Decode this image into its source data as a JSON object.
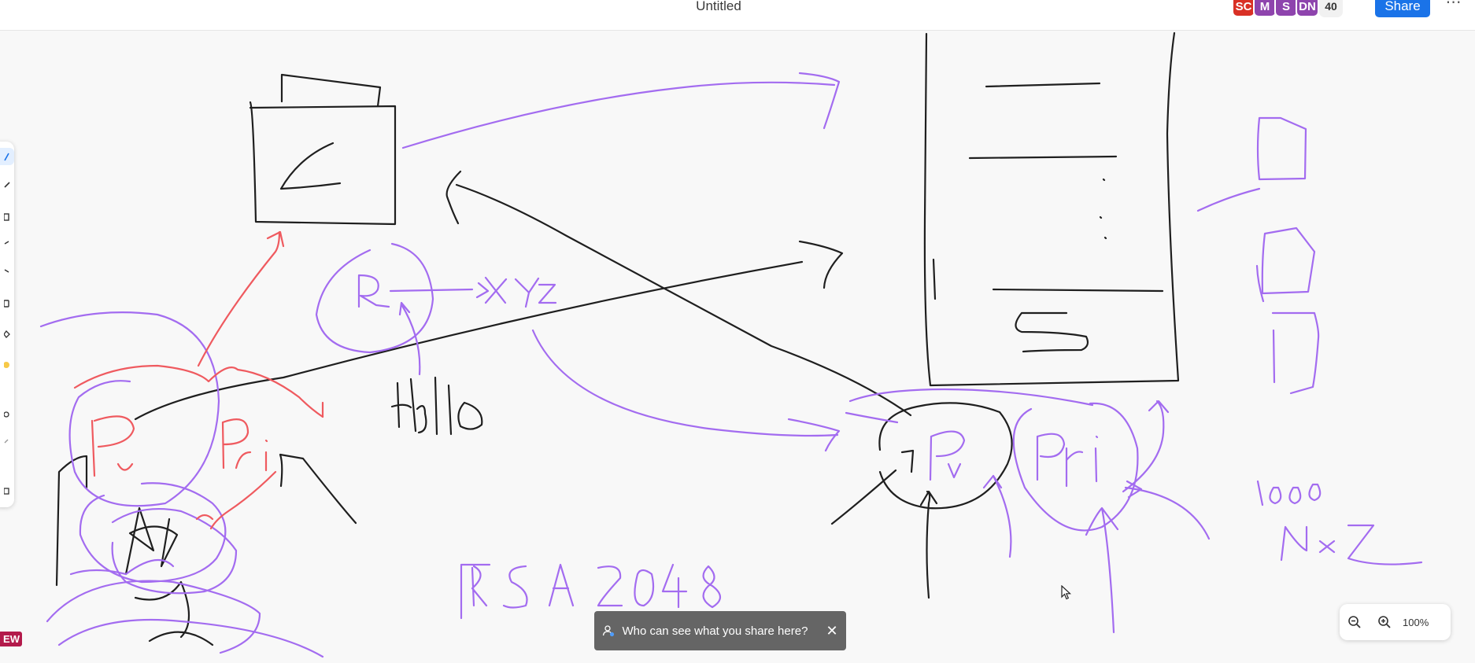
{
  "document": {
    "title": "Untitled"
  },
  "collaborators": [
    {
      "initials": "SC",
      "color": "#d93025"
    },
    {
      "initials": "M",
      "color": "#8e44ad"
    },
    {
      "initials": "S",
      "color": "#8e44ad"
    },
    {
      "initials": "DN",
      "color": "#8e44ad"
    }
  ],
  "collaborator_count": "40",
  "share_label": "Share",
  "more_label": "⋯",
  "toolbar": {
    "tools": [
      {
        "name": "pen-tool-icon",
        "active": true
      },
      {
        "name": "marker-tool-icon",
        "active": false
      },
      {
        "name": "shape-tool-icon",
        "active": false
      },
      {
        "name": "line-tool-icon",
        "active": false
      },
      {
        "name": "arrow-tool-icon",
        "active": false
      },
      {
        "name": "sticky-note-icon",
        "active": false
      },
      {
        "name": "diamond-shape-icon",
        "active": false
      },
      {
        "name": "emoji-icon",
        "active": false
      },
      {
        "name": "lasso-icon",
        "active": false
      },
      {
        "name": "eraser-icon",
        "active": false
      },
      {
        "name": "more-tools-icon",
        "active": false
      }
    ]
  },
  "canvas": {
    "stroke_colors": {
      "black": "#1f1f1f",
      "purple": "#a36cf0",
      "red": "#ef5a5f"
    },
    "text_strokes": {
      "hello": "Hello",
      "xyz": "->xyz",
      "rsa": "RSA 2048",
      "count": "1000",
      "nx2": "nx2"
    }
  },
  "toast": {
    "text": "Who can see what you share here?",
    "close": "✕"
  },
  "zoom": {
    "level": "100%"
  },
  "badge": {
    "text": "EW"
  }
}
